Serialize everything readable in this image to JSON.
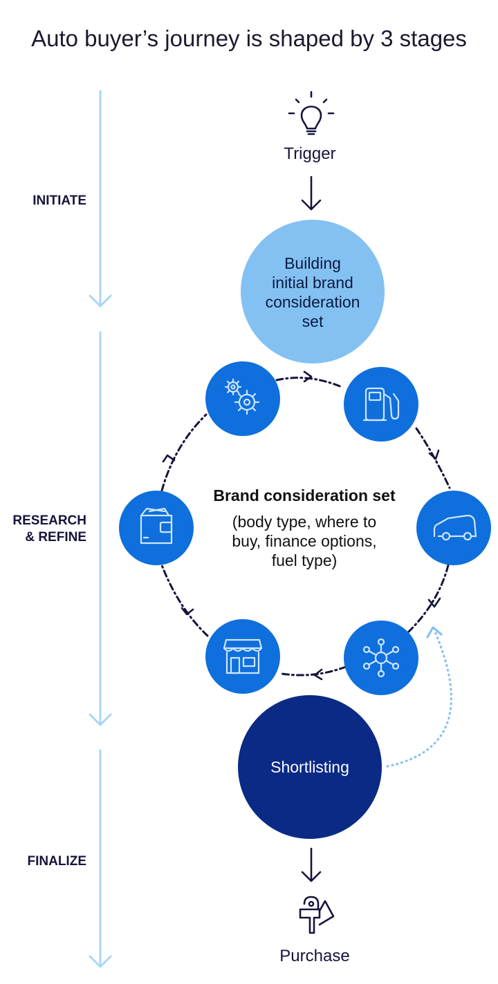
{
  "title": "Auto buyer’s journey is shaped by 3 stages",
  "stages": {
    "initiate": "INITIATE",
    "research_line1": "RESEARCH",
    "research_line2": "& REFINE",
    "finalize": "FINALIZE"
  },
  "nodes": {
    "trigger": "Trigger",
    "building": [
      "Building",
      "initial brand",
      "consideration",
      "set"
    ],
    "shortlisting": "Shortlisting",
    "purchase": "Purchase"
  },
  "center": {
    "heading": "Brand consideration set",
    "lines": [
      "(body type, where to",
      "buy, finance options,",
      "fuel type)"
    ]
  },
  "icons": [
    "gears-icon",
    "fuel-pump-icon",
    "car-icon",
    "network-icon",
    "store-icon",
    "wallet-icon"
  ],
  "colors": {
    "stage_arrow": "#a9d6f5",
    "building_circle": "#84c1f3",
    "icon_circle": "#0f6fdc",
    "shortlisting_circle": "#0a2a86",
    "navy": "#14143c",
    "dotted_return": "#84c1f3"
  }
}
